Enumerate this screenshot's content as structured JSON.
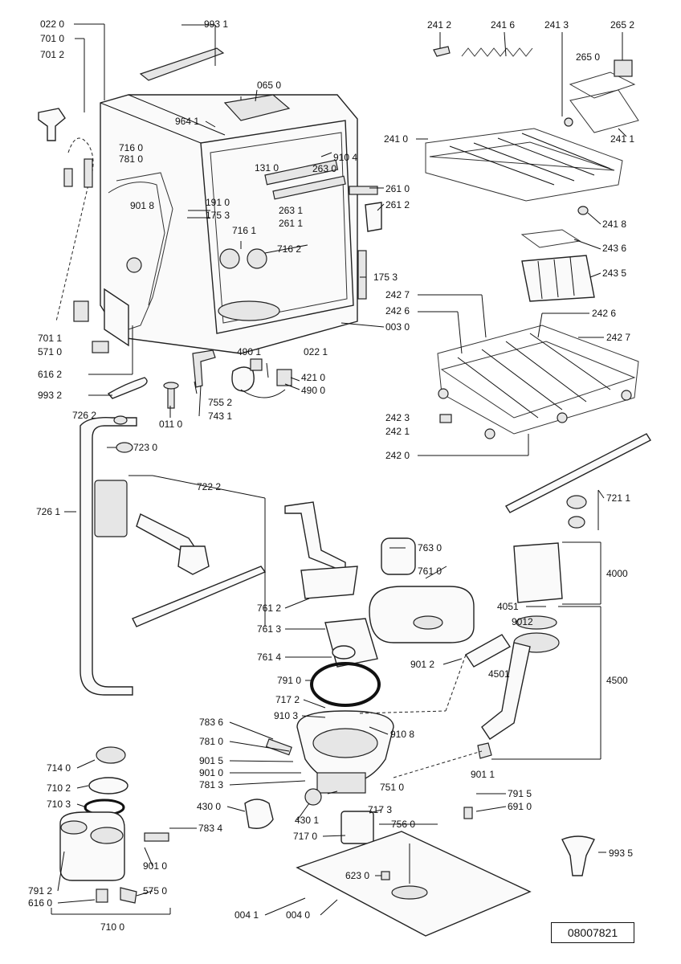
{
  "labels": {
    "l0220": "022 0",
    "l7010": "701 0",
    "l7012": "701 2",
    "l9931": "993 1",
    "l0650": "065 0",
    "l9641": "964 1",
    "l7160": "716 0",
    "l7810": "781 0",
    "l9104": "910 4",
    "l1310": "131 0",
    "l2630": "263 0",
    "l2610": "261 0",
    "l2612": "261 2",
    "l9018": "901 8",
    "l1910": "191 0",
    "l1753a": "175 3",
    "l2631": "263 1",
    "l2611": "261 1",
    "l7161": "716 1",
    "l7162": "716 2",
    "l1753b": "175 3",
    "l0030": "003 0",
    "l7011": "701 1",
    "l5710": "571 0",
    "l4901": "490 1",
    "l0221": "022 1",
    "l4210": "421 0",
    "l4900": "490 0",
    "l6162": "616 2",
    "l9932": "993 2",
    "l7552": "755 2",
    "l7431": "743 1",
    "l0110": "011 0",
    "l2412": "241 2",
    "l2416": "241 6",
    "l2413": "241 3",
    "l2652": "265 2",
    "l2650": "265 0",
    "l2410": "241 0",
    "l2411": "241 1",
    "l2418": "241 8",
    "l2436": "243 6",
    "l2435": "243 5",
    "l2427a": "242 7",
    "l2426a": "242 6",
    "l2426b": "242 6",
    "l2427b": "242 7",
    "l2423": "242 3",
    "l2421": "242 1",
    "l2420": "242 0",
    "l7262": "726 2",
    "l7230": "723 0",
    "l7222": "722 2",
    "l7261": "726 1",
    "l7211": "721 1",
    "l7630": "763 0",
    "l7610": "761 0",
    "l4000": "4000",
    "l7612": "761 2",
    "l4051": "4051",
    "l9012b": "9012",
    "l7613": "761 3",
    "l7614": "761 4",
    "l9012": "901 2",
    "l4501": "4501",
    "l4500": "4500",
    "l7910": "791 0",
    "l7172": "717 2",
    "l9103": "910 3",
    "l7836": "783 6",
    "l9108": "910 8",
    "l7810b": "781 0",
    "l9015": "901 5",
    "l9010": "901 0",
    "l7813": "781 3",
    "l9011": "901 1",
    "l7140": "714 0",
    "l7102": "710 2",
    "l7510": "751 0",
    "l7103": "710 3",
    "l4300": "430 0",
    "l7173": "717 3",
    "l7915": "791 5",
    "l6910": "691 0",
    "l4301": "430 1",
    "l7834": "783 4",
    "l7560": "756 0",
    "l7170": "717 0",
    "l9010b": "901 0",
    "l9935": "993 5",
    "l7912": "791 2",
    "l5750": "575 0",
    "l6230": "623 0",
    "l6160": "616 0",
    "l0041": "004 1",
    "l0040": "004 0",
    "l7100": "710 0"
  },
  "doc_id": "08007821"
}
